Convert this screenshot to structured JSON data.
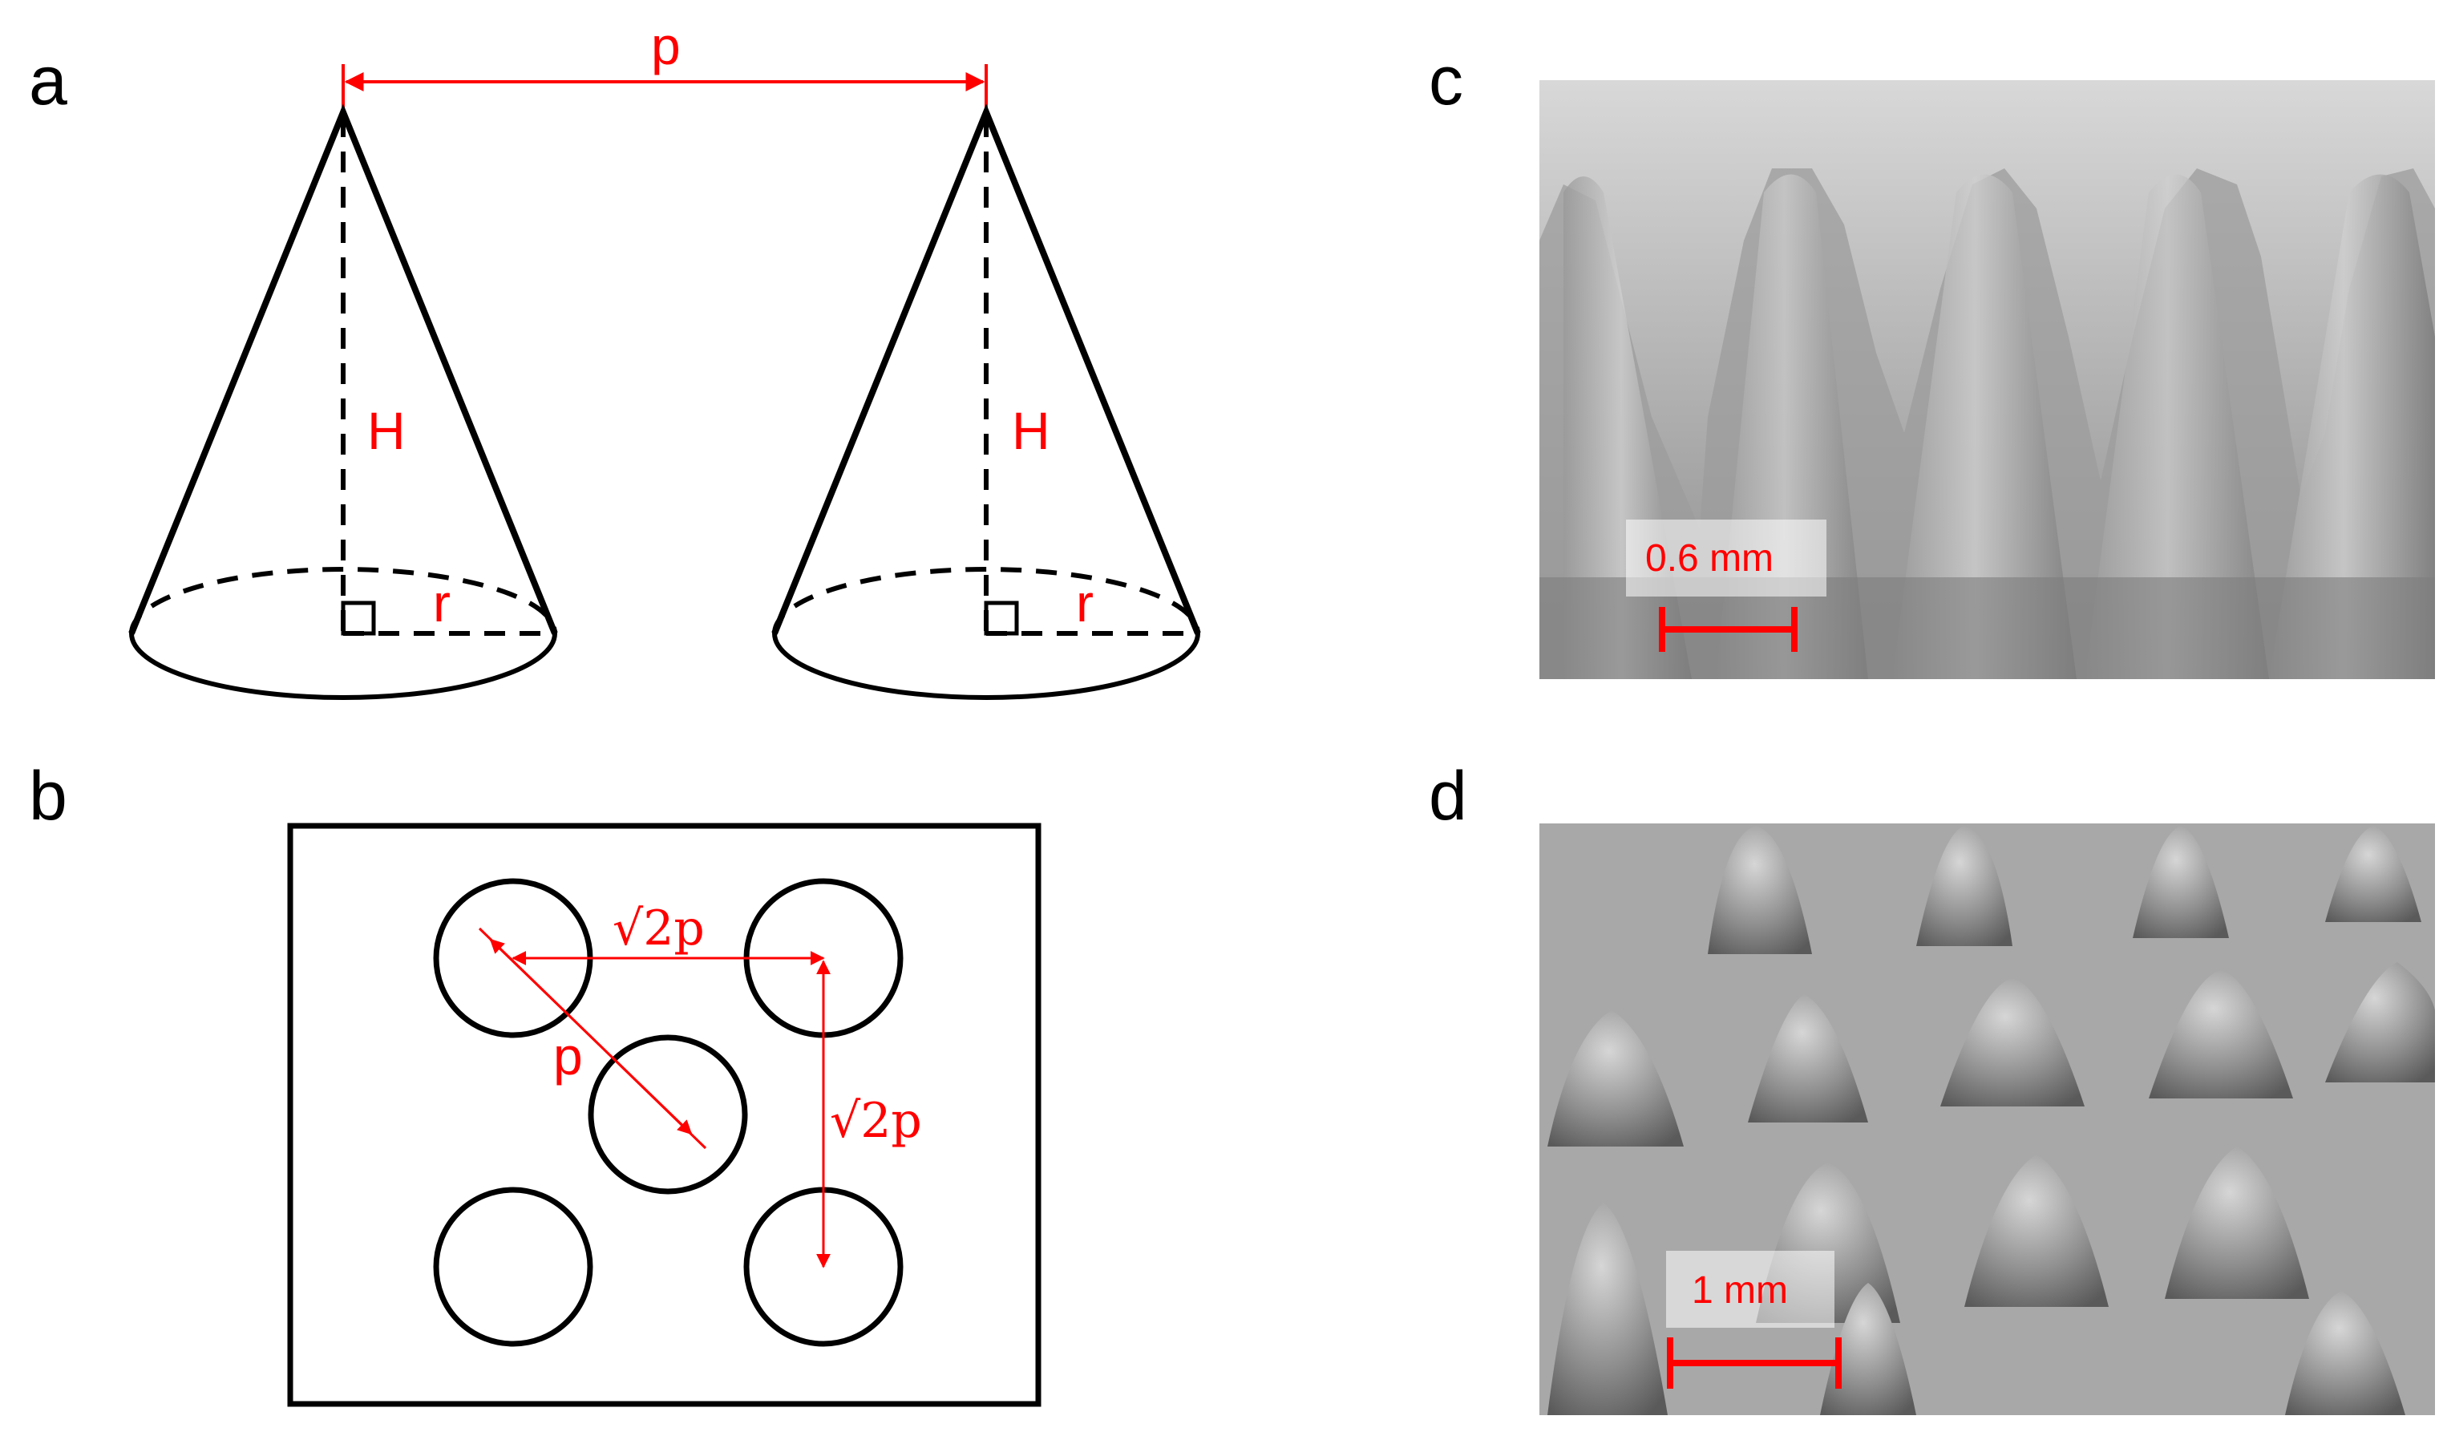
{
  "panels": {
    "a": {
      "label": "a",
      "spacing_label": "p",
      "height_label": "H",
      "radius_label": "r"
    },
    "b": {
      "label": "b",
      "diag_label": "p",
      "horiz_label": "√2p",
      "vert_label": "√2p"
    },
    "c": {
      "label": "c",
      "scale_bar": "0.6 mm"
    },
    "d": {
      "label": "d",
      "scale_bar": "1 mm"
    }
  },
  "colors": {
    "annotation": "#ff0000",
    "line": "#000000",
    "sem_background": "#9a9a9a"
  }
}
